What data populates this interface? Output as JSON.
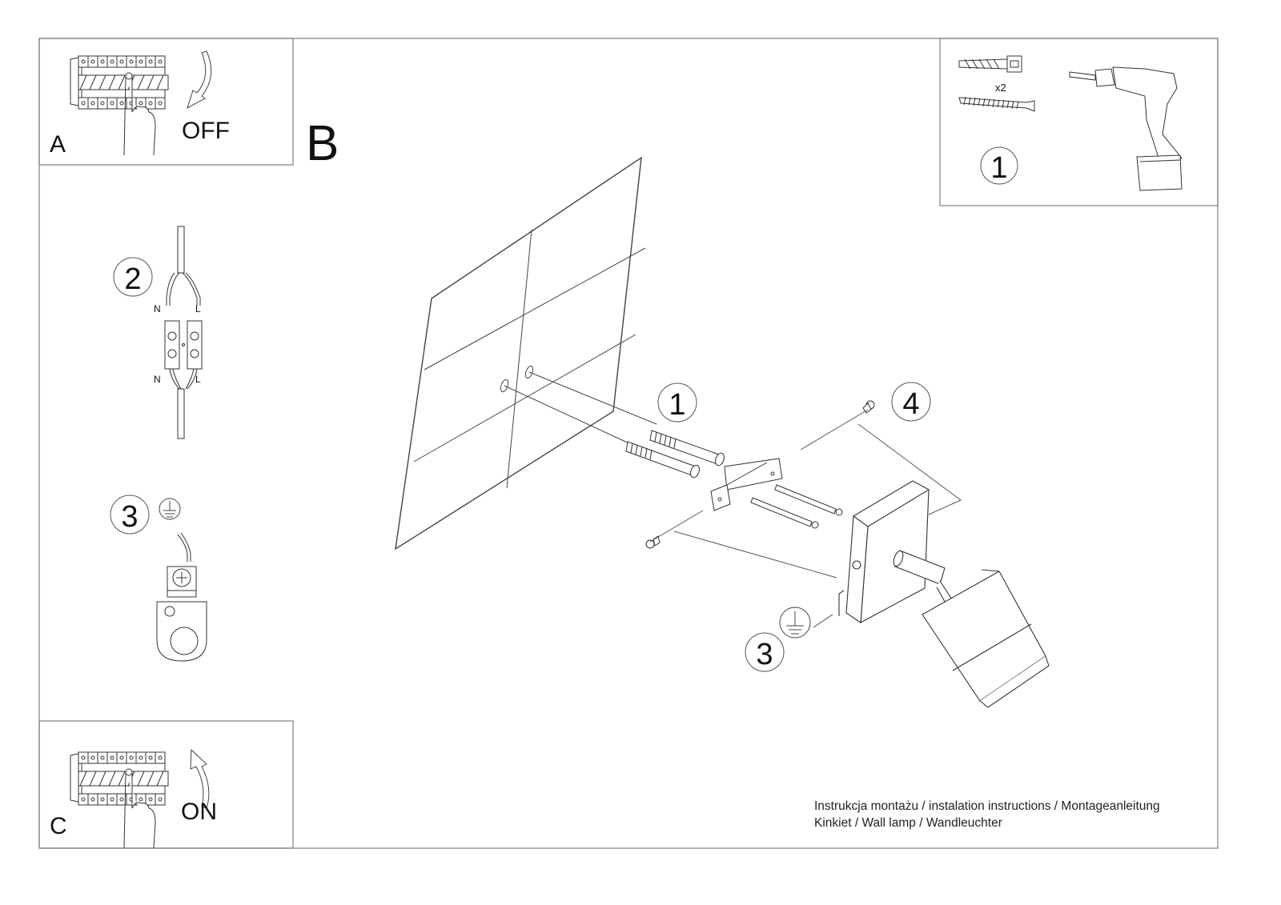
{
  "panels": {
    "a": {
      "letter": "A",
      "state": "OFF",
      "arrow": "down"
    },
    "b": {
      "letter": "B"
    },
    "c": {
      "letter": "C",
      "state": "ON",
      "arrow": "up"
    }
  },
  "tools_box": {
    "step": "1",
    "quantity": "x2",
    "items": [
      "wall-plug",
      "screw",
      "drill"
    ]
  },
  "wiring": {
    "step": "2",
    "terminal_labels_top": [
      "N",
      "L"
    ],
    "terminal_labels_bottom": [
      "N",
      "L"
    ]
  },
  "ground": {
    "step": "3"
  },
  "assembly": {
    "callouts": [
      {
        "id": "1",
        "meaning": "wall plugs and screws"
      },
      {
        "id": "4",
        "meaning": "fixing screws"
      },
      {
        "id": "3",
        "meaning": "ground connection"
      }
    ]
  },
  "footer": {
    "line1": "Instrukcja montażu / instalation instructions / Montageanleitung",
    "line2": "Kinkiet / Wall lamp / Wandleuchter"
  },
  "colors": {
    "line": "#333333",
    "frame": "#888888",
    "background": "#ffffff"
  }
}
